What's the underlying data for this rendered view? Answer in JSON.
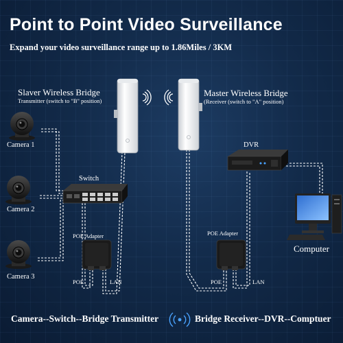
{
  "header": {
    "title": "Point to Point Video Surveillance",
    "subtitle": "Expand your video surveillance range up to 1.86Miles / 3KM"
  },
  "slave_bridge": {
    "label": "Slaver Wireless Bridge",
    "note": "Transmitter (switch to \"B\" position)"
  },
  "master_bridge": {
    "label": "Master Wireless Bridge",
    "note": "(Receiver (switch to \"A\" position)"
  },
  "cameras": [
    "Camera 1",
    "Camera 2",
    "Camera 3"
  ],
  "devices": {
    "switch": "Switch",
    "dvr": "DVR",
    "computer": "Computer",
    "poe_adapter_left": "POE Adapter",
    "poe_adapter_right": "POE Adapter"
  },
  "ports": {
    "poe_left": "POE",
    "lan_left": "LAN",
    "poe_right": "POE",
    "lan_right": "LAN"
  },
  "footer": {
    "left": "Camera--Switch--Bridge Transmitter",
    "right": "Bridge Receiver--DVR--Comptuer"
  },
  "colors": {
    "background": "#122a49",
    "cable": "#ffffff",
    "text": "#ffffff"
  }
}
